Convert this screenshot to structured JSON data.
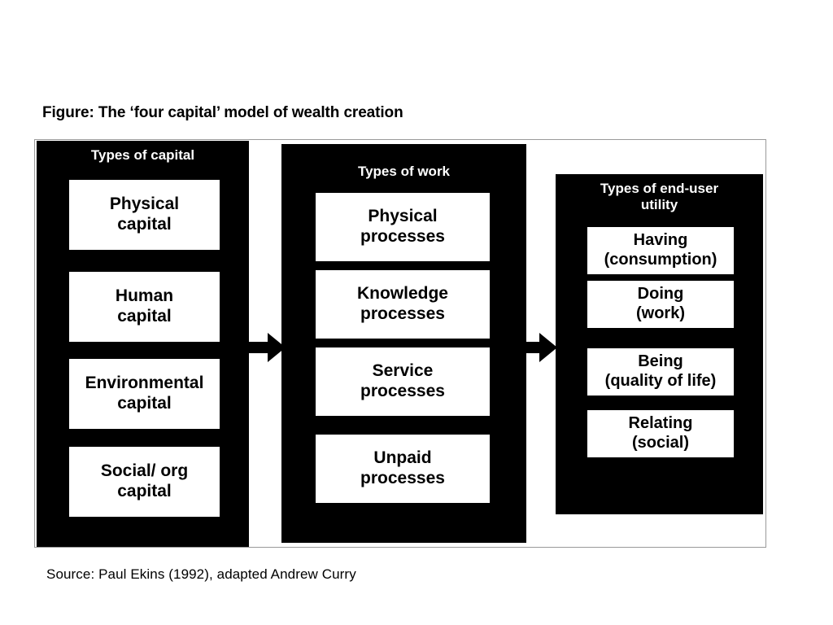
{
  "figure": {
    "title": "Figure: The ‘four capital’ model of wealth creation",
    "source": "Source: Paul Ekins (1992), adapted Andrew Curry",
    "colors": {
      "panel_background": "#000000",
      "panel_text": "#ffffff",
      "box_background": "#ffffff",
      "box_text": "#000000",
      "frame_border": "#9a9a9a",
      "page_background": "#ffffff"
    }
  },
  "columns": [
    {
      "id": "types-of-capital",
      "header": "Types of capital",
      "items": [
        {
          "label": "Physical\ncapital"
        },
        {
          "label": "Human\ncapital"
        },
        {
          "label": "Environmental\ncapital"
        },
        {
          "label": "Social/ org\ncapital"
        }
      ]
    },
    {
      "id": "types-of-work",
      "header": "Types of work",
      "items": [
        {
          "label": "Physical\nprocesses"
        },
        {
          "label": "Knowledge\nprocesses"
        },
        {
          "label": "Service\nprocesses"
        },
        {
          "label": "Unpaid\nprocesses"
        }
      ]
    },
    {
      "id": "types-of-end-user-utility",
      "header": "Types of end-user\nutility",
      "items": [
        {
          "label": "Having\n(consumption)"
        },
        {
          "label": "Doing\n(work)"
        },
        {
          "label": "Being\n(quality of life)"
        },
        {
          "label": "Relating\n(social)"
        }
      ]
    }
  ],
  "connectors": [
    {
      "id": "capital-to-work",
      "type": "right-arrow",
      "from": "types-of-capital",
      "to": "types-of-work"
    },
    {
      "id": "work-to-utility",
      "type": "right-arrow",
      "from": "types-of-work",
      "to": "types-of-end-user-utility"
    }
  ]
}
